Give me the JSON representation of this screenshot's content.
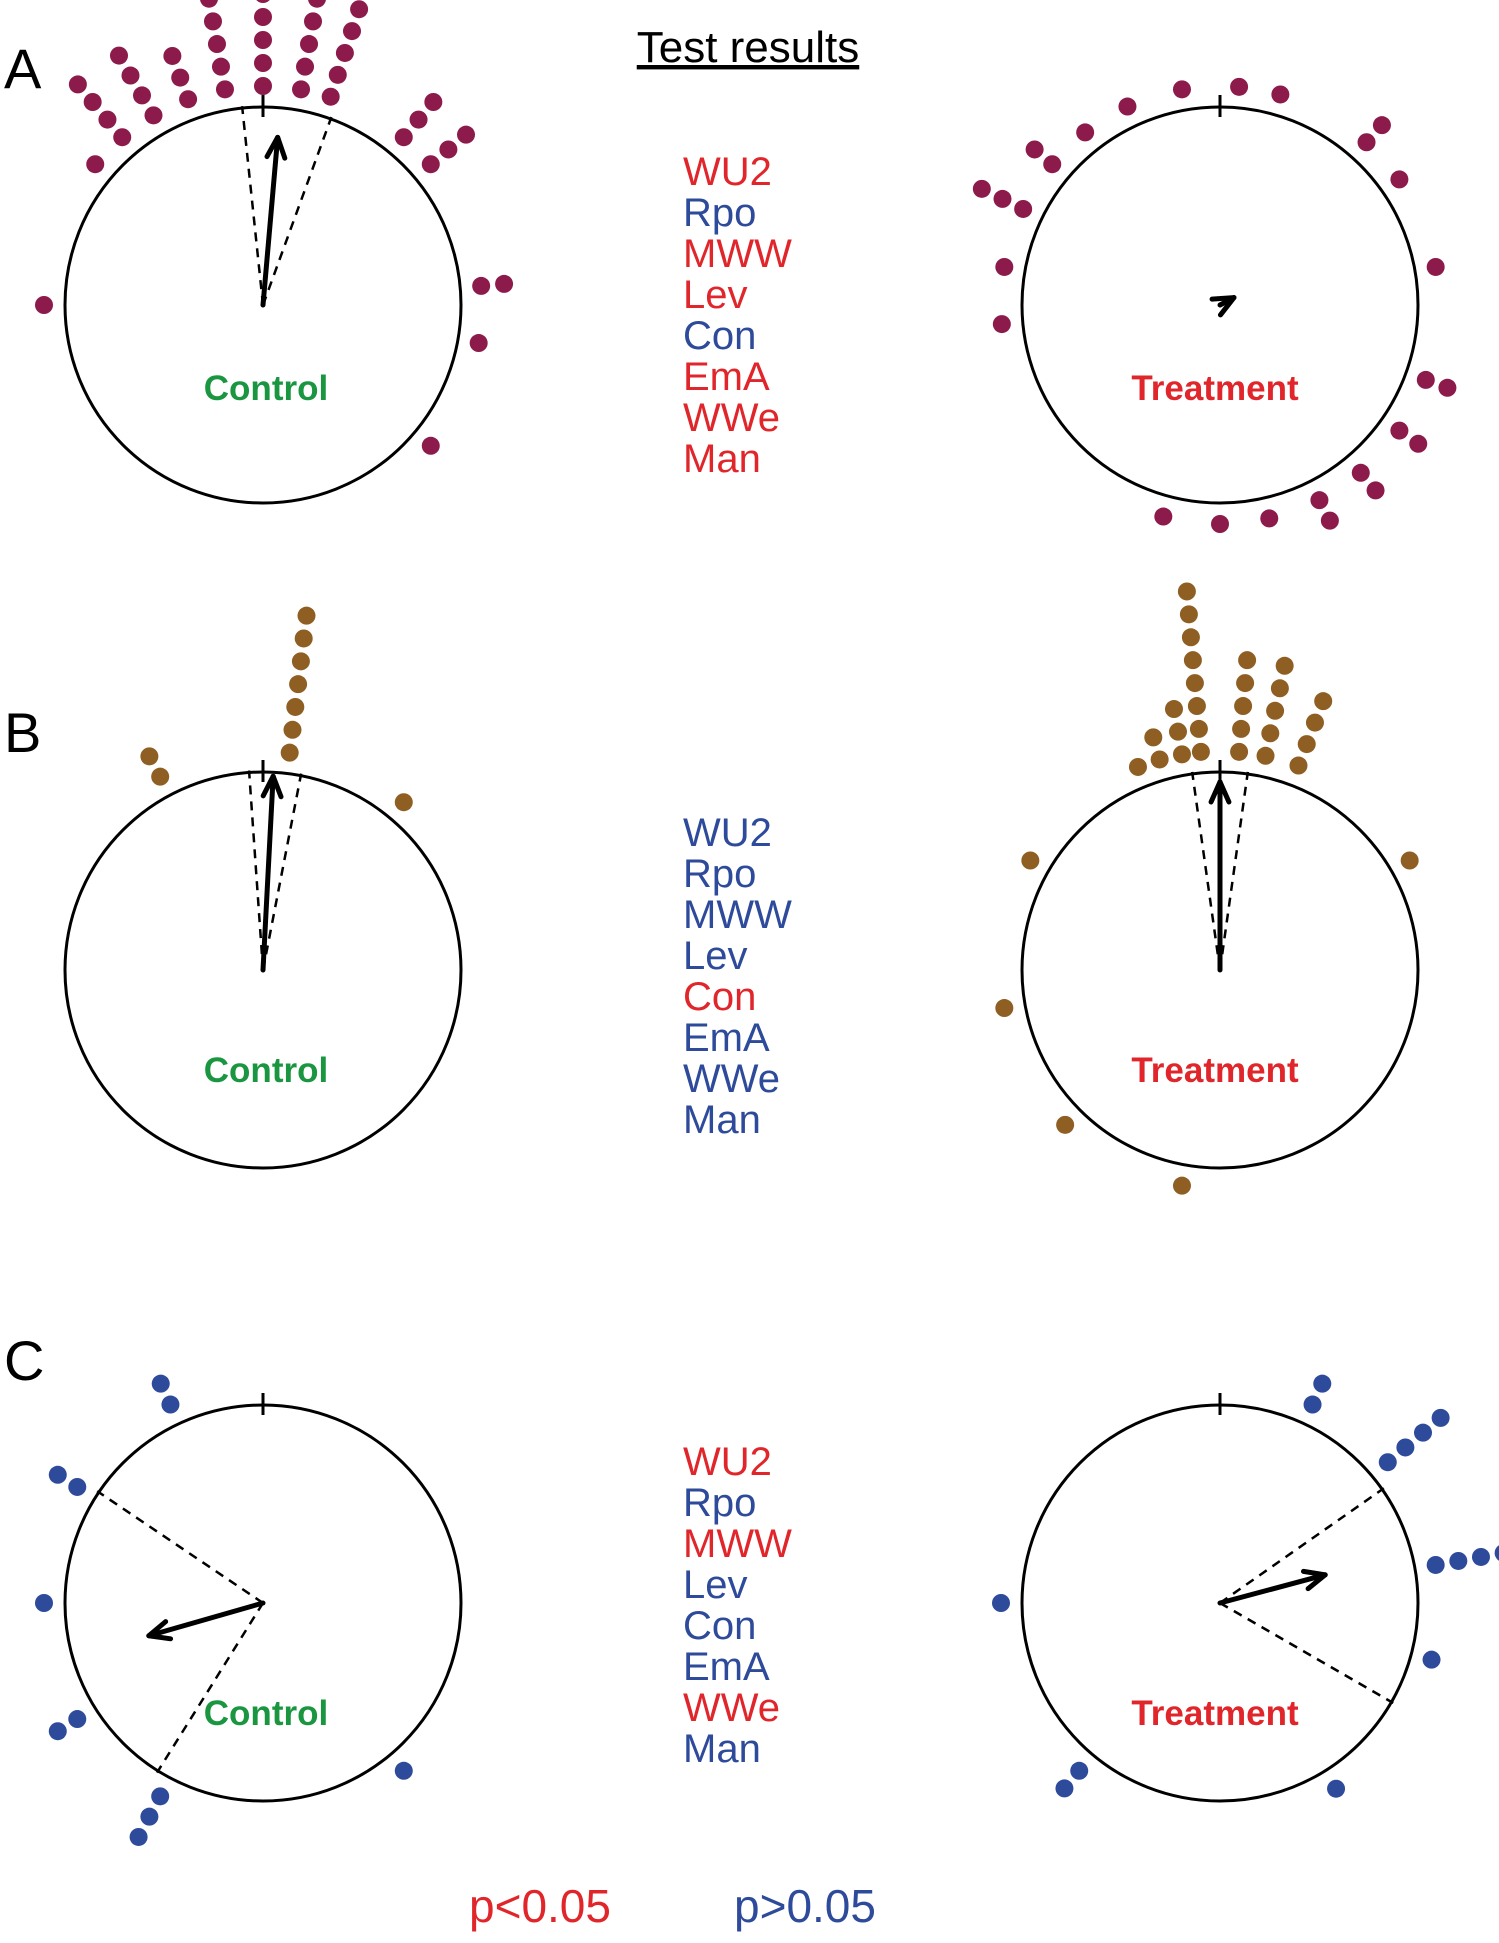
{
  "header": "Test results",
  "colors": {
    "significant": "#e0262b",
    "not_significant": "#2e4a9a",
    "control_label": "#1a9641",
    "treatment_label": "#e0262b",
    "panel_A_points": "#8c1a4b",
    "panel_B_points": "#8f5e22",
    "panel_C_points": "#2e4a9a"
  },
  "legend": {
    "significant": "p<0.05",
    "not_significant": "p>0.05"
  },
  "chart_data": [
    {
      "type": "scatter",
      "subtype": "circular-dot-plot",
      "panel": "A",
      "tests": [
        {
          "name": "WU2",
          "significance": "p<0.05"
        },
        {
          "name": "Rpo",
          "significance": "p>0.05"
        },
        {
          "name": "MWW",
          "significance": "p<0.05"
        },
        {
          "name": "Lev",
          "significance": "p<0.05"
        },
        {
          "name": "Con",
          "significance": "p>0.05"
        },
        {
          "name": "EmA",
          "significance": "p<0.05"
        },
        {
          "name": "WWe",
          "significance": "p<0.05"
        },
        {
          "name": "Man",
          "significance": "p<0.05"
        }
      ],
      "groups": [
        {
          "label": "Control",
          "mean_direction_deg": 5,
          "mean_resultant_length": 0.85,
          "ci_deg": [
            -6,
            20
          ],
          "points": [
            [
              -50,
              1
            ],
            [
              -40,
              4
            ],
            [
              -30,
              4
            ],
            [
              -20,
              3
            ],
            [
              -10,
              5
            ],
            [
              0,
              5
            ],
            [
              10,
              6
            ],
            [
              18,
              5
            ],
            [
              40,
              3
            ],
            [
              50,
              3
            ],
            [
              85,
              2
            ],
            [
              100,
              1
            ],
            [
              130,
              1
            ],
            [
              -90,
              1
            ]
          ]
        },
        {
          "label": "Treatment",
          "mean_direction_deg": 62,
          "mean_resultant_length": 0.08,
          "ci_deg": null,
          "points": [
            [
              -50,
              2
            ],
            [
              -38,
              1
            ],
            [
              -25,
              1
            ],
            [
              -10,
              1
            ],
            [
              5,
              1
            ],
            [
              16,
              1
            ],
            [
              42,
              2
            ],
            [
              55,
              1
            ],
            [
              80,
              1
            ],
            [
              110,
              2
            ],
            [
              125,
              2
            ],
            [
              140,
              2
            ],
            [
              153,
              2
            ],
            [
              167,
              1
            ],
            [
              180,
              1
            ],
            [
              195,
              1
            ],
            [
              -80,
              1
            ],
            [
              -95,
              1
            ],
            [
              -64,
              3
            ]
          ]
        }
      ]
    },
    {
      "type": "scatter",
      "subtype": "circular-dot-plot",
      "panel": "B",
      "tests": [
        {
          "name": "WU2",
          "significance": "p>0.05"
        },
        {
          "name": "Rpo",
          "significance": "p>0.05"
        },
        {
          "name": "MWW",
          "significance": "p>0.05"
        },
        {
          "name": "Lev",
          "significance": "p>0.05"
        },
        {
          "name": "Con",
          "significance": "p<0.05"
        },
        {
          "name": "EmA",
          "significance": "p>0.05"
        },
        {
          "name": "WWe",
          "significance": "p>0.05"
        },
        {
          "name": "Man",
          "significance": "p>0.05"
        }
      ],
      "groups": [
        {
          "label": "Control",
          "mean_direction_deg": 3,
          "mean_resultant_length": 0.98,
          "ci_deg": [
            -4,
            11
          ],
          "points": [
            [
              7,
              7
            ],
            [
              -28,
              2
            ],
            [
              40,
              1
            ]
          ]
        },
        {
          "label": "Treatment",
          "mean_direction_deg": 0,
          "mean_resultant_length": 0.95,
          "ci_deg": [
            -8,
            8
          ],
          "points": [
            [
              -16,
              2
            ],
            [
              -10,
              3
            ],
            [
              -5,
              8
            ],
            [
              5,
              5
            ],
            [
              12,
              5
            ],
            [
              21,
              4
            ],
            [
              -22,
              1
            ],
            [
              -60,
              1
            ],
            [
              -100,
              1
            ],
            [
              60,
              1
            ],
            [
              -135,
              1
            ],
            [
              -170,
              1
            ]
          ]
        }
      ]
    },
    {
      "type": "scatter",
      "subtype": "circular-dot-plot",
      "panel": "C",
      "tests": [
        {
          "name": "WU2",
          "significance": "p<0.05"
        },
        {
          "name": "Rpo",
          "significance": "p>0.05"
        },
        {
          "name": "MWW",
          "significance": "p<0.05"
        },
        {
          "name": "Lev",
          "significance": "p>0.05"
        },
        {
          "name": "Con",
          "significance": "p>0.05"
        },
        {
          "name": "EmA",
          "significance": "p>0.05"
        },
        {
          "name": "WWe",
          "significance": "p<0.05"
        },
        {
          "name": "Man",
          "significance": "p>0.05"
        }
      ],
      "groups": [
        {
          "label": "Control",
          "mean_direction_deg": -106,
          "mean_resultant_length": 0.6,
          "ci_deg": [
            -56,
            -148
          ],
          "points": [
            [
              -25,
              2
            ],
            [
              -58,
              2
            ],
            [
              -90,
              1
            ],
            [
              -122,
              2
            ],
            [
              -152,
              3
            ],
            [
              140,
              1
            ]
          ]
        },
        {
          "label": "Treatment",
          "mean_direction_deg": 75,
          "mean_resultant_length": 0.55,
          "ci_deg": [
            55,
            120
          ],
          "points": [
            [
              25,
              2
            ],
            [
              50,
              4
            ],
            [
              80,
              4
            ],
            [
              105,
              1
            ],
            [
              148,
              1
            ],
            [
              -140,
              2
            ],
            [
              -90,
              1
            ]
          ]
        }
      ]
    }
  ]
}
